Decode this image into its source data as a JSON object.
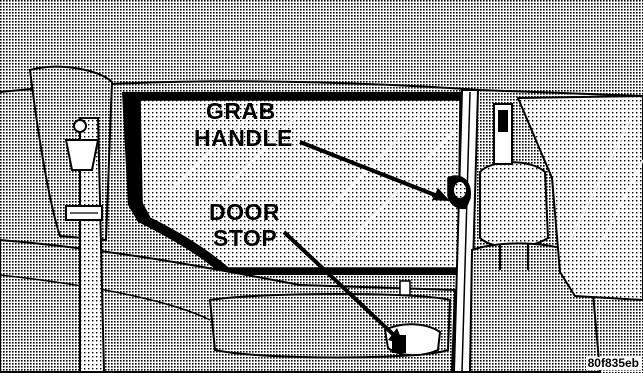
{
  "labels": {
    "grab_handle_line1": "GRAB",
    "grab_handle_line2": "HANDLE",
    "door_stop_line1": "DOOR",
    "door_stop_line2": "STOP"
  },
  "figure_code": "80f835eb",
  "colors": {
    "ink": "#000000",
    "paper": "#ffffff",
    "halftone": "#bfbfbf"
  }
}
